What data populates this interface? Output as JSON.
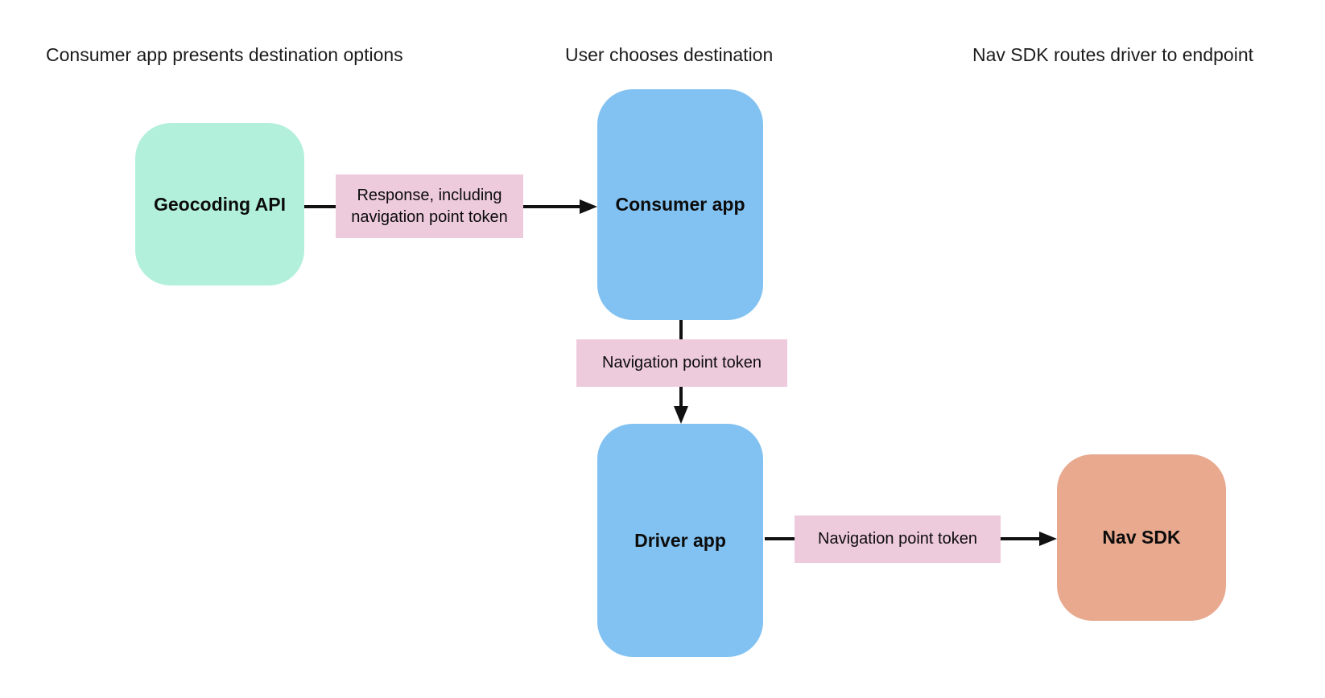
{
  "diagram": {
    "headers": [
      {
        "text": "Consumer app presents destination options"
      },
      {
        "text": "User chooses destination"
      },
      {
        "text": "Nav SDK routes driver to endpoint"
      }
    ],
    "nodes": [
      {
        "label": "Geocoding API",
        "color": "#b2f0dc"
      },
      {
        "label": "Consumer app",
        "color": "#82c2f2"
      },
      {
        "label": "Driver app",
        "color": "#82c2f2"
      },
      {
        "label": "Nav SDK",
        "color": "#e8a98f"
      }
    ],
    "edge_labels": [
      {
        "text": "Response, including navigation point token",
        "color": "#eecadd"
      },
      {
        "text": "Navigation point token",
        "color": "#eecadd"
      },
      {
        "text": "Navigation point token",
        "color": "#eecadd"
      }
    ],
    "arrow_color": "#111111",
    "background_color": "#ffffff"
  }
}
